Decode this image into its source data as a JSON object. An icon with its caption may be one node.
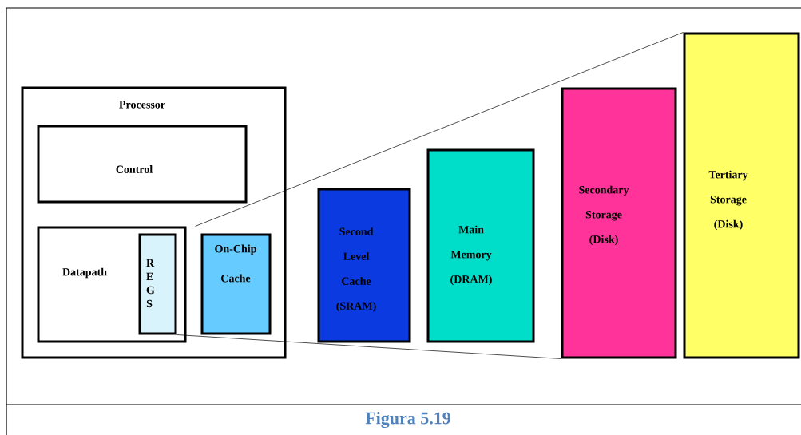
{
  "diagram": {
    "caption": "Figura 5.19",
    "nodes": [
      {
        "text": [
          "Processor"
        ]
      },
      {
        "text": [
          "Control"
        ],
        "in": 0
      },
      {
        "text": [
          "Datapath"
        ],
        "in": 0
      },
      {
        "text": [
          "R E G S"
        ],
        "in": 2
      },
      {
        "text": [
          "On-Chip Cache"
        ],
        "in": 0
      },
      {
        "text": [
          "Second Level Cache (SRAM)"
        ]
      },
      {
        "text": [
          "Main Memory (DRAM)"
        ]
      },
      {
        "text": [
          "Secondary Storage (Disk)"
        ]
      },
      {
        "text": [
          "Tertiary Storage (Disk)"
        ]
      }
    ],
    "edges": [
      {
        "from": 2,
        "to": 8,
        "arrow": "none"
      },
      {
        "from": 3,
        "to": 7,
        "arrow": "none"
      }
    ]
  }
}
